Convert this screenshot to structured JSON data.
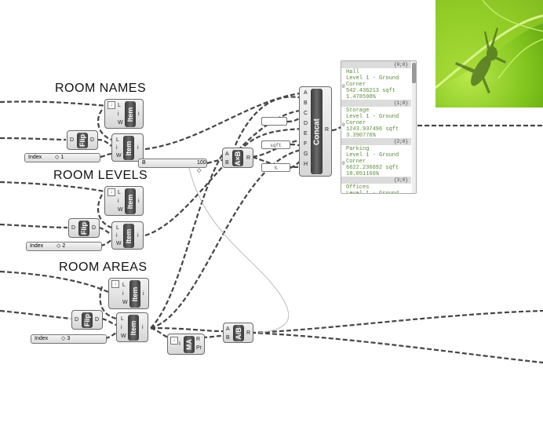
{
  "headings": {
    "room_names": "ROOM NAMES",
    "room_levels": "ROOM LEVELS",
    "room_areas": "ROOM AREAS"
  },
  "components": {
    "item_label": "Item",
    "flip_label": "Flip",
    "concat_label": "Concat",
    "multiply_label": "A×B",
    "divide_label": "A/B",
    "mass_addition_label": "MA"
  },
  "pins": {
    "L": "L",
    "i": "i",
    "W": "W",
    "D": "D",
    "A": "A",
    "B": "B",
    "R": "R",
    "I": "I",
    "Pr": "Pr",
    "concat_inputs": [
      "A",
      "B",
      "C",
      "D",
      "E",
      "F",
      "G",
      "H"
    ]
  },
  "sliders": {
    "names_index": {
      "label": "Index",
      "value": "◇ 1"
    },
    "levels_index": {
      "label": "Index",
      "value": "◇ 2"
    },
    "areas_index": {
      "label": "Index",
      "value": "◇ 3"
    },
    "multiplier": {
      "label": "B",
      "value": "100 ◇"
    }
  },
  "text_inputs": {
    "sqft": "sqft",
    "percent": "%",
    "blank": ""
  },
  "panel": {
    "entries": [
      {
        "path": "{0;0}",
        "index": "0",
        "text": "Hall\nLevel 1 - Ground\nCorner\n542.436213 sqft\n1.478598%"
      },
      {
        "path": "{1;0}",
        "index": "0",
        "text": "Storage\nLevel 1 - Ground\nCorner\n1243.937496 sqft\n3.390776%"
      },
      {
        "path": "{2;0}",
        "index": "0",
        "text": "Parking\nLevel 1 - Ground\nCorner\n6622.236692 sqft\n18.051166%"
      },
      {
        "path": "{3;0}",
        "index": "",
        "text": "Offices\nLevel 1 - Ground"
      }
    ]
  },
  "colors": {
    "canvas": "#ffffff",
    "wire": "#444444",
    "component_core": "#4a4a4a",
    "panel_text": "#5a8a3a",
    "leaf": "#7ec21c"
  },
  "icons": {
    "grasshopper_logo": "grasshopper-logo",
    "arrow_toggle": "arrow-down-icon"
  }
}
